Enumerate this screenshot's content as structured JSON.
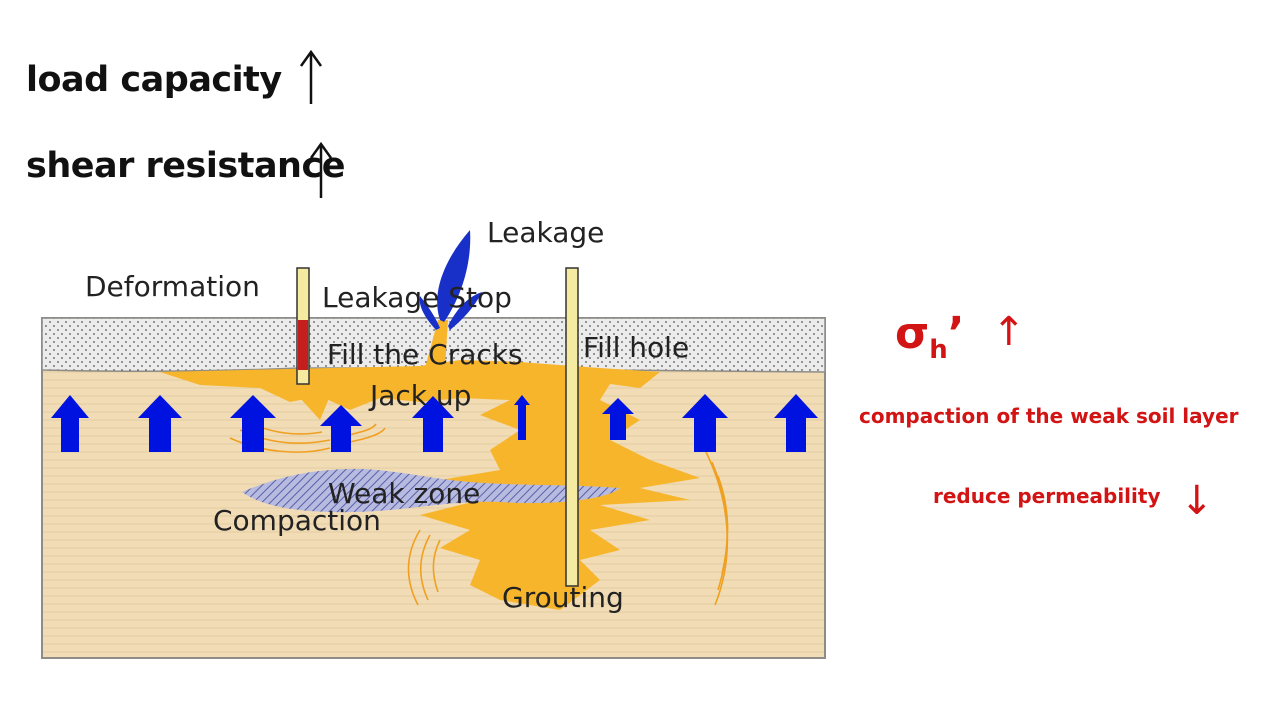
{
  "headings": {
    "load_capacity": "load capacity",
    "shear_resistance": "shear resistance"
  },
  "diagram": {
    "labels": {
      "leakage": "Leakage",
      "deformation": "Deformation",
      "leakage_stop": "Leakage Stop",
      "fill_cracks": "Fill the Cracks",
      "fill_hole": "Fill hole",
      "jack_up": "Jack up",
      "weak_zone": "Weak zone",
      "compaction": "Compaction",
      "grouting": "Grouting"
    },
    "colors": {
      "soil": "#f1dcb6",
      "soil_lines": "#e6cfa3",
      "crust": "#e6e6e6",
      "grout": "#f7b52b",
      "jack_arrow": "#0012e0",
      "leakage_plume": "#1830c8",
      "weak_zone": "#9aa0cf",
      "pipe": "#f4eaa0",
      "deformation_gauge": "#c41e1e"
    }
  },
  "annotations": {
    "sigma_symbol": "σ",
    "sigma_subscript": "h",
    "sigma_prime": "’",
    "up_arrow": "↑",
    "down_arrow": "↓",
    "compaction_note": "compaction of the weak soil layer",
    "permeability_note": "reduce permeability",
    "accent_color": "#d21414"
  }
}
